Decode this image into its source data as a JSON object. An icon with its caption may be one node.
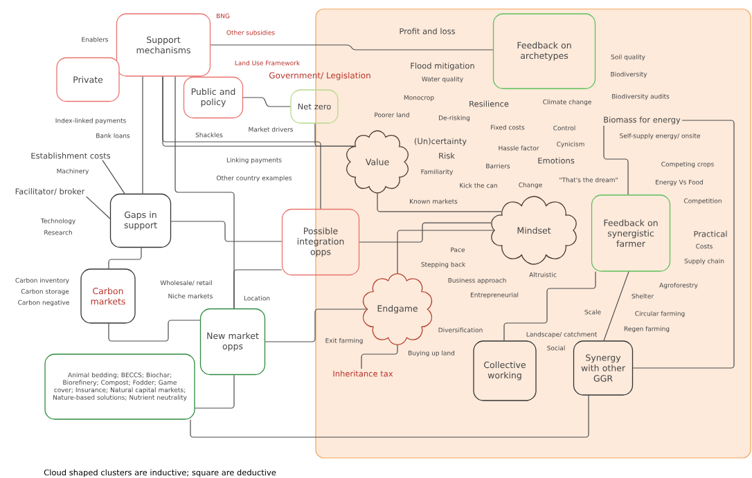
{
  "diagram": {
    "caption": "Cloud shaped clusters are inductive; square are deductive",
    "nodes": [
      {
        "text": [
          "Support mechanisms"
        ]
      },
      {
        "text": [
          "Private"
        ]
      },
      {
        "text": [
          "Public and policy"
        ]
      },
      {
        "text": [
          "Net zero"
        ]
      },
      {
        "text": [
          "Feedback on archetypes"
        ]
      },
      {
        "text": [
          "Value"
        ]
      },
      {
        "text": [
          "Mindset"
        ]
      },
      {
        "text": [
          "Gaps in support"
        ]
      },
      {
        "text": [
          "Possible integration opps"
        ]
      },
      {
        "text": [
          "Feedback on synergistic farmer"
        ]
      },
      {
        "text": [
          "Carbon markets"
        ]
      },
      {
        "text": [
          "Endgame"
        ]
      },
      {
        "text": [
          "New market opps"
        ]
      },
      {
        "text": [
          "Animal bedding; BECCS; Biochar; Biorefinery; Compost; Fodder; Game cover; Insurance; Natural capital markets; Nature-based solutions; Nutrient neutrality"
        ]
      },
      {
        "text": [
          "Collective working"
        ]
      },
      {
        "text": [
          "Synergy with other GGR"
        ]
      },
      {
        "text": [
          "Establishment costs"
        ]
      },
      {
        "text": [
          "Facilitator/ broker"
        ]
      },
      {
        "text": [
          "Biomass for energy"
        ]
      },
      {
        "text": [
          "Inheritance tax"
        ]
      }
    ],
    "edges": [
      {
        "from": 0,
        "to": 4,
        "arrow": "none"
      },
      {
        "from": 2,
        "to": 3,
        "arrow": "none"
      },
      {
        "from": 0,
        "to": 5,
        "arrow": "none"
      },
      {
        "from": 3,
        "to": 5,
        "arrow": "none"
      },
      {
        "from": 0,
        "to": 8,
        "arrow": "none"
      },
      {
        "from": 0,
        "to": 7,
        "arrow": "none"
      },
      {
        "from": 0,
        "to": 12,
        "arrow": "none"
      },
      {
        "from": 7,
        "to": 8,
        "arrow": "none"
      },
      {
        "from": 8,
        "to": 12,
        "arrow": "none"
      },
      {
        "from": 7,
        "to": 10,
        "arrow": "none"
      },
      {
        "from": 10,
        "to": 12,
        "arrow": "none"
      },
      {
        "from": 12,
        "to": 13,
        "arrow": "none"
      },
      {
        "from": 12,
        "to": 11,
        "arrow": "none"
      },
      {
        "from": 13,
        "to": 15,
        "arrow": "none"
      },
      {
        "from": 8,
        "to": 6,
        "arrow": "none"
      },
      {
        "from": 5,
        "to": 6,
        "arrow": "none"
      },
      {
        "from": 11,
        "to": 6,
        "arrow": "none"
      },
      {
        "from": 11,
        "to": 19,
        "arrow": "none"
      },
      {
        "from": 9,
        "to": 14,
        "arrow": "none"
      },
      {
        "from": 9,
        "to": 15,
        "arrow": "none"
      },
      {
        "from": 15,
        "to": 18,
        "arrow": "none"
      },
      {
        "from": 18,
        "to": 9,
        "arrow": "none"
      },
      {
        "from": 16,
        "to": 7,
        "arrow": "none"
      },
      {
        "from": 17,
        "to": 7,
        "arrow": "none"
      }
    ],
    "labels": [
      "Enablers",
      "BNG",
      "Other subsidies",
      "Profit and loss",
      "Land Use Framework",
      "Soil quality",
      "Flood mitigation",
      "Government/ Legislation",
      "Biodiversity",
      "Water quality",
      "Biodiversity audits",
      "Monocrop",
      "Climate change",
      "Resilience",
      "Poorer land",
      "De-risking",
      "Index-linked payments",
      "Fixed costs",
      "Control",
      "Market drivers",
      "Self-supply energy/ onsite",
      "Bank loans",
      "Shackles",
      "(Un)certainty",
      "Cynicism",
      "Hassle factor",
      "Risk",
      "Linking payments",
      "Emotions",
      "Barriers",
      "Competing crops",
      "Machinery",
      "Familiarity",
      "Other country examples",
      "\"That's the dream\"",
      "Energy Vs Food",
      "Kick the can",
      "Change",
      "Known markets",
      "Competition",
      "Technology",
      "Research",
      "Practical",
      "Costs",
      "Pace",
      "Supply chain",
      "Stepping back",
      "Altruistic",
      "Carbon inventory",
      "Business approach",
      "Wholesale/ retail",
      "Agroforestry",
      "Carbon storage",
      "Entrepreneurial",
      "Shelter",
      "Niche markets",
      "Location",
      "Carbon negative",
      "Scale",
      "Circular farming",
      "Diversification",
      "Regen farming",
      "Landscape/ catchment",
      "Exit farming",
      "Social",
      "Buying up land"
    ]
  }
}
